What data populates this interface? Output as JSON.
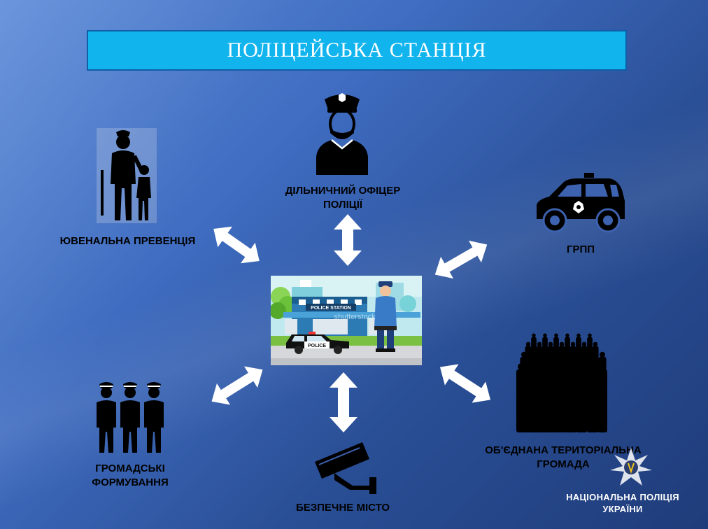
{
  "title": "ПОЛІЦЕЙСЬКА СТАНЦІЯ",
  "nodes": {
    "officer": "ДІЛЬНИЧНИЙ ОФІЦЕР ПОЛІЦІЇ",
    "juvenile": "ЮВЕНАЛЬНА ПРЕВЕНЦІЯ",
    "grpp": "ГРПП",
    "community": "ГРОМАДСЬКІ ФОРМУВАННЯ",
    "safe_city": "БЕЗПЕЧНЕ МІСТО",
    "territorial": "ОБ'ЄДНАНА ТЕРИТОРІАЛЬНА ГРОМАДА"
  },
  "center": {
    "sign": "POLICE STATION",
    "car_text": "POLICE",
    "watermark": "shutterstock"
  },
  "footer": "НАЦІОНАЛЬНА ПОЛІЦІЯ УКРАЇНИ",
  "colors": {
    "title_bg": "#12b4ee",
    "arrow": "#ffffff",
    "icon": "#000000"
  }
}
